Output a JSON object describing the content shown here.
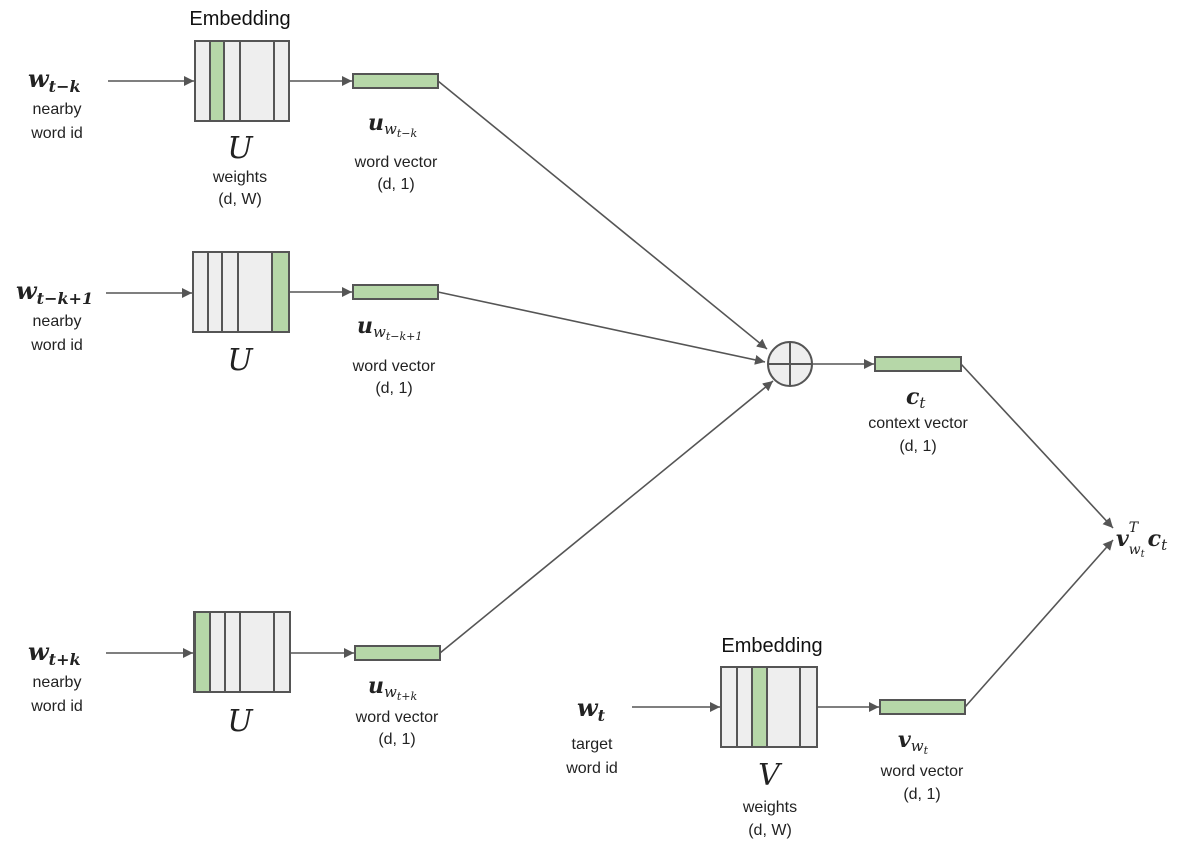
{
  "embedding_title": "Embedding",
  "inputs": [
    {
      "sym": "w",
      "sub": "t−k",
      "desc1": "nearby",
      "desc2": "word id"
    },
    {
      "sym": "w",
      "sub": "t−k+1",
      "desc1": "nearby",
      "desc2": "word id"
    },
    {
      "sym": "w",
      "sub": "t+k",
      "desc1": "nearby",
      "desc2": "word id"
    },
    {
      "sym": "w",
      "sub": "t",
      "desc1": "target",
      "desc2": "word id"
    }
  ],
  "matrices": {
    "U": "U",
    "V": "V",
    "weights": "weights",
    "shape": "(d, W)"
  },
  "vectors": [
    {
      "sym": "u",
      "sub": "w",
      "subsub": "t−k",
      "desc": "word vector",
      "shape": "(d, 1)"
    },
    {
      "sym": "u",
      "sub": "w",
      "subsub": "t−k+1",
      "desc": "word vector",
      "shape": "(d, 1)"
    },
    {
      "sym": "u",
      "sub": "w",
      "subsub": "t+k",
      "desc": "word vector",
      "shape": "(d, 1)"
    },
    {
      "sym": "v",
      "sub": "w",
      "subsub": "t",
      "desc": "word vector",
      "shape": "(d, 1)"
    }
  ],
  "context": {
    "sym": "c",
    "sub": "t",
    "desc": "context vector",
    "shape": "(d, 1)"
  },
  "output": {
    "v": "v",
    "sup": "T",
    "sub": "w",
    "subsub": "t",
    "c": "c",
    "csub": "t"
  },
  "colors": {
    "vector_fill": "#b6d7a8",
    "matrix_fill": "#eeeeee",
    "stroke": "#555555"
  }
}
